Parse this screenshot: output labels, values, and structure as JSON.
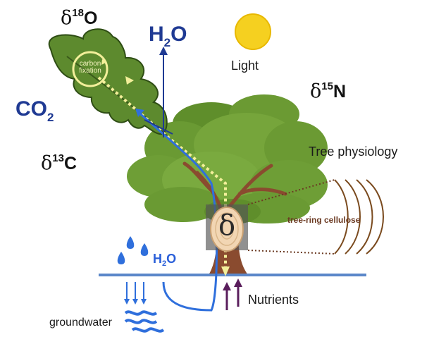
{
  "labels": {
    "delta_symbol": "δ",
    "o18": {
      "mass": "18",
      "element": "O"
    },
    "water_top": {
      "main": "H",
      "sub": "2",
      "tail": "O"
    },
    "light": "Light",
    "n15": {
      "mass": "15",
      "element": "N"
    },
    "co2": {
      "main": "CO",
      "sub": "2"
    },
    "c13": {
      "mass": "13",
      "element": "C"
    },
    "carbon_fixation_line1": "carbon",
    "carbon_fixation_line2": "fixation",
    "tree_physiology": "Tree physiology",
    "tree_ring_cellulose": "tree-ring cellulose",
    "water_ground": {
      "main": "H",
      "sub": "2",
      "tail": "O"
    },
    "nutrients": "Nutrients",
    "groundwater": "groundwater",
    "stem_delta": "δ"
  },
  "colors": {
    "sun": "#f5d020",
    "leaf": "#5d8a2e",
    "canopy": "#6e9c35",
    "trunk": "#8a4b2f",
    "water_flow": "#2f6fdc",
    "carbon_flow": "#f3ef9a",
    "nutrient_arrow": "#5a1e5c",
    "ground_line": "#5b87c9"
  }
}
